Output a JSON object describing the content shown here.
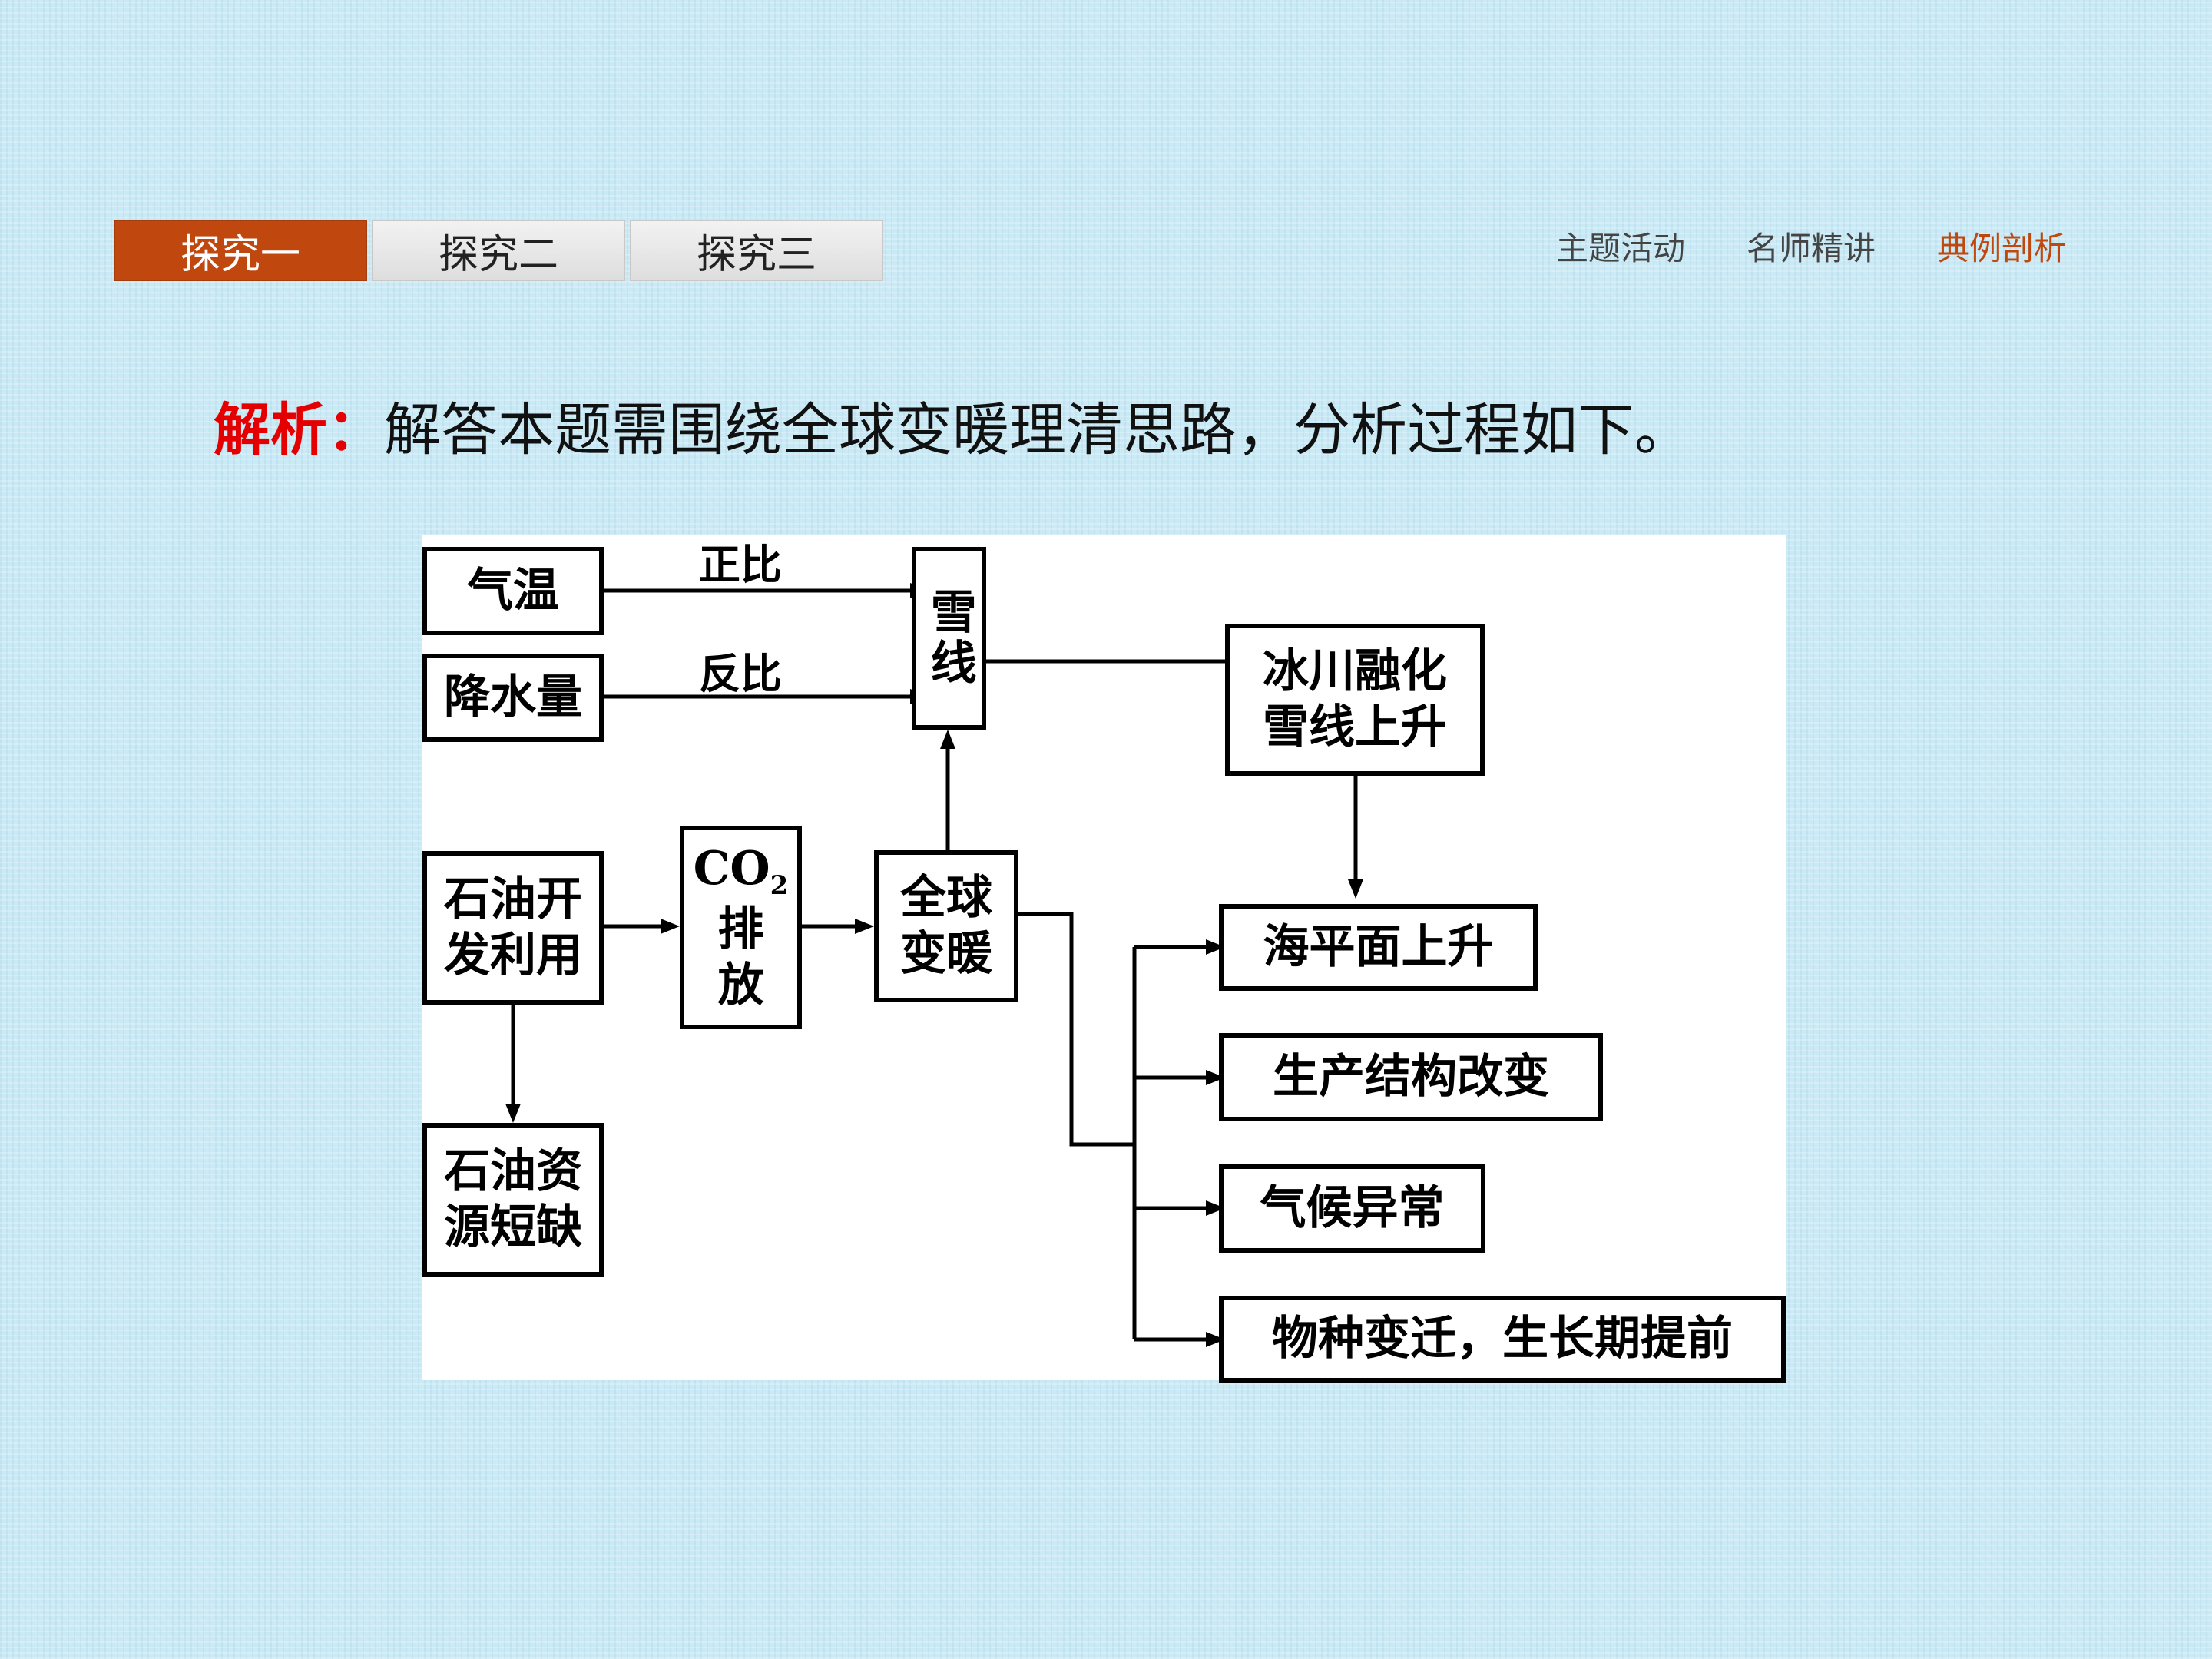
{
  "tabs": [
    "探究一",
    "探究二",
    "探究三"
  ],
  "nav": [
    "主题活动",
    "名师精讲",
    "典例剖析"
  ],
  "analysis": {
    "label": "解析：",
    "text": "解答本题需围绕全球变暖理清思路，分析过程如下。"
  },
  "diagram": {
    "nodes": {
      "temperature": "气温",
      "precipitation": "降水量",
      "snowline": "雪线",
      "glacier_line1": "冰川融化",
      "glacier_line2": "雪线上升",
      "oil_dev_line1": "石油开",
      "oil_dev_line2": "发利用",
      "co2_top": "CO",
      "co2_sub": "2",
      "co2_line2": "排",
      "co2_line3": "放",
      "warming_line1": "全球",
      "warming_line2": "变暖",
      "oil_short_line1": "石油资",
      "oil_short_line2": "源短缺",
      "sea_level": "海平面上升",
      "production": "生产结构改变",
      "climate": "气候异常",
      "species": "物种变迁，生长期提前"
    },
    "edge_labels": {
      "positive": "正比",
      "inverse": "反比"
    }
  }
}
